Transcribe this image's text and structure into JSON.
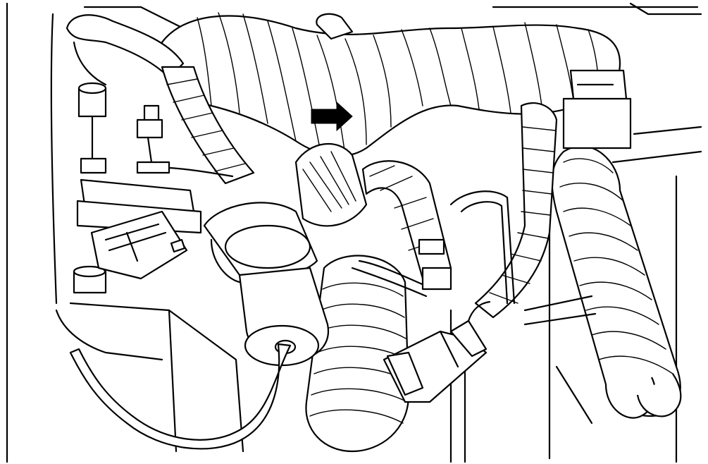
{
  "diagram": {
    "labels": [],
    "colors": {
      "line": "#000000",
      "background": "#ffffff"
    },
    "components": [
      {
        "id": "harness-top",
        "kind": "wiring-harness"
      },
      {
        "id": "harness-right-large",
        "kind": "wiring-harness"
      },
      {
        "id": "harness-center-lower",
        "kind": "wiring-harness"
      },
      {
        "id": "sensor-cylinder",
        "kind": "sensor"
      },
      {
        "id": "connector-left",
        "kind": "electrical-connector"
      },
      {
        "id": "connector-center",
        "kind": "electrical-connector"
      },
      {
        "id": "bolt-left-upper",
        "kind": "bolt"
      },
      {
        "id": "bolt-left-lower",
        "kind": "bolt"
      },
      {
        "id": "mounting-bracket",
        "kind": "bracket"
      },
      {
        "id": "pointer-arrow",
        "kind": "arrow"
      }
    ]
  }
}
